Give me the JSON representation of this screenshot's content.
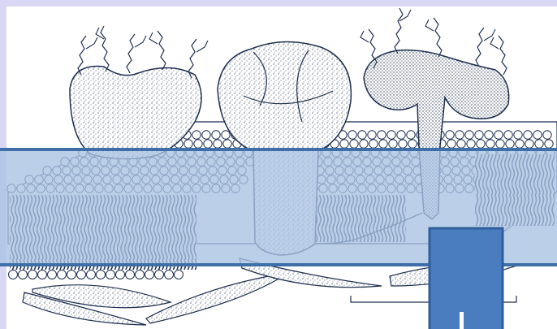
{
  "figure": {
    "frame_color": "#d8d8f4",
    "paper_color": "#ffffff",
    "ink_color": "#1f2f4f",
    "band_fill": "#a9c1e3",
    "band_edge": "#3f6fa8",
    "marker_fill": "#4a7cc0",
    "marker_edge": "#2f5e9b"
  },
  "components": {
    "membrane_band": "membrane-band",
    "lipid_bilayer": "lipid-bilayer",
    "glycoprotein_left": "peripheral-glycoprotein",
    "glycoprotein_center": "transmembrane-protein-channel",
    "glycoprotein_right": "single-pass-glycoprotein",
    "cytoskeleton": "cytoskeletal-filaments",
    "scale_bar": "scale-bar",
    "marker": "highlight-marker"
  }
}
